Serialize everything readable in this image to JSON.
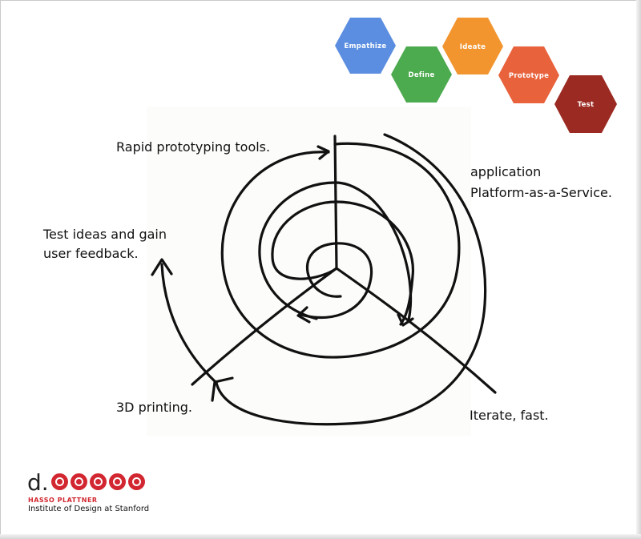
{
  "hexagons": [
    {
      "label": "Empathize",
      "color": "#5b8ee0"
    },
    {
      "label": "Define",
      "color": "#4caa4f"
    },
    {
      "label": "Ideate",
      "color": "#f2952f"
    },
    {
      "label": "Prototype",
      "color": "#e8623c"
    },
    {
      "label": "Test",
      "color": "#9b2a22"
    }
  ],
  "labels": {
    "rapid_prototyping": "Rapid prototyping tools.",
    "application": "application",
    "paas": "Platform-as-a-Service.",
    "test_ideas": "Test ideas and gain",
    "user_feedback": "user feedback.",
    "printing": "3D printing.",
    "iterate": "Iterate, fast."
  },
  "logo": {
    "mark": "d.",
    "sub": "HASSO PLATTNER",
    "institute": "Institute of Design at Stanford",
    "brand_color": "#d22630"
  }
}
